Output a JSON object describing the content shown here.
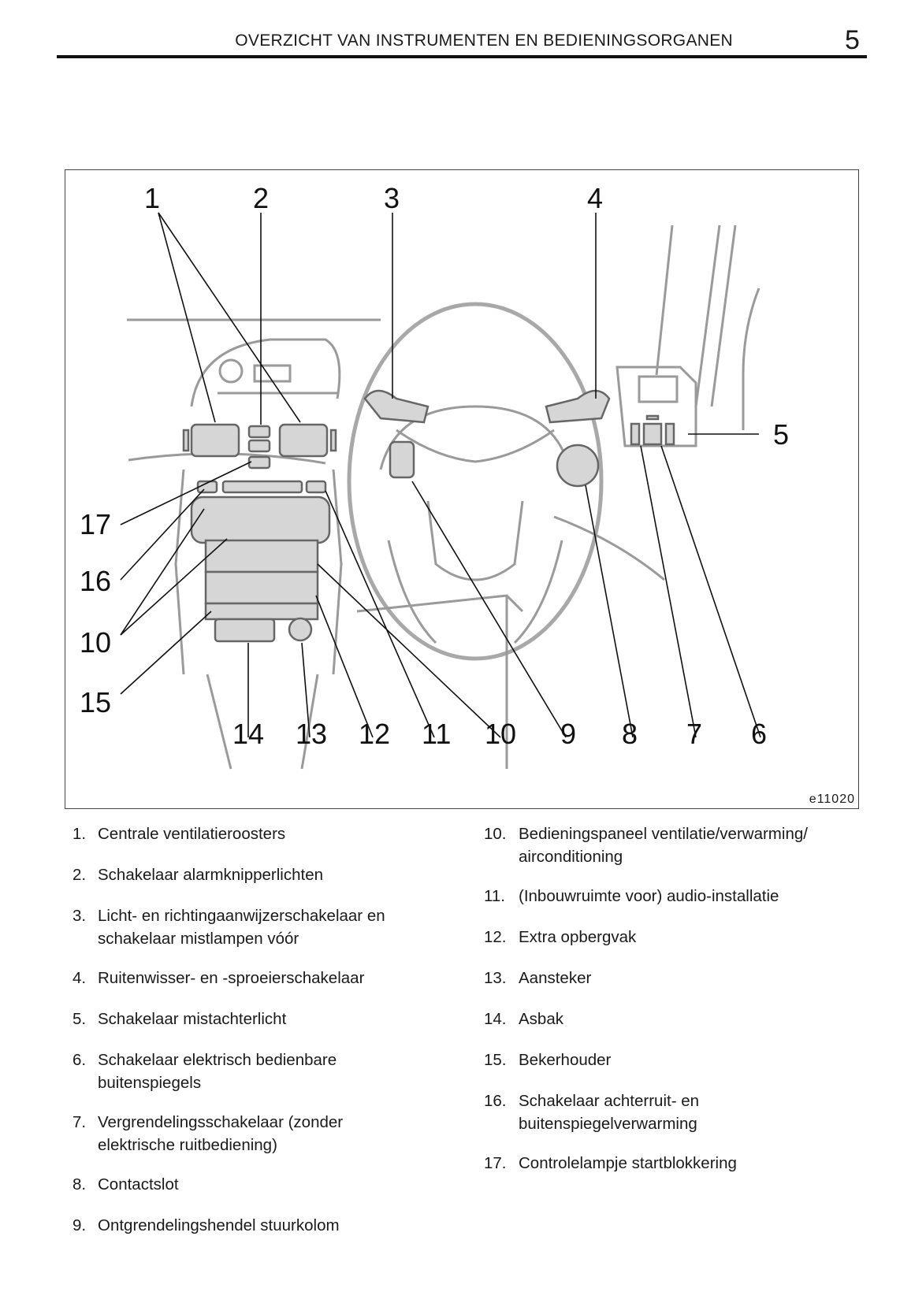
{
  "header": {
    "title": "OVERZICHT VAN INSTRUMENTEN EN BEDIENINGSORGANEN",
    "page_number": "5"
  },
  "figure": {
    "code": "e11020",
    "callouts": [
      "1",
      "2",
      "3",
      "4",
      "5",
      "6",
      "7",
      "8",
      "9",
      "10",
      "11",
      "12",
      "13",
      "14",
      "15",
      "16",
      "17"
    ],
    "left_callouts": [
      "17",
      "16",
      "10",
      "15"
    ],
    "bottom_callouts": [
      "14",
      "13",
      "12",
      "11",
      "10",
      "9",
      "8",
      "7",
      "6"
    ]
  },
  "legend_left": [
    {
      "num": "1.",
      "text": "Centrale ventilatieroosters"
    },
    {
      "num": "2.",
      "text": "Schakelaar alarmknipperlichten"
    },
    {
      "num": "3.",
      "text": "Licht- en richtingaanwijzerschakelaar en schakelaar mistlampen vóór"
    },
    {
      "num": "4.",
      "text": "Ruitenwisser- en -sproeierschakelaar"
    },
    {
      "num": "5.",
      "text": "Schakelaar mistachterlicht"
    },
    {
      "num": "6.",
      "text": "Schakelaar elektrisch bedienbare buitenspiegels"
    },
    {
      "num": "7.",
      "text": "Vergrendelingsschakelaar (zonder elektrische ruitbediening)"
    },
    {
      "num": "8.",
      "text": "Contactslot"
    },
    {
      "num": "9.",
      "text": "Ontgrendelingshendel stuurkolom"
    }
  ],
  "legend_right": [
    {
      "num": "10.",
      "text": "Bedieningspaneel ventilatie/verwarming/ airconditioning"
    },
    {
      "num": "11.",
      "text": "(Inbouwruimte voor) audio-installatie"
    },
    {
      "num": "12.",
      "text": "Extra opbergvak"
    },
    {
      "num": "13.",
      "text": "Aansteker"
    },
    {
      "num": "14.",
      "text": "Asbak"
    },
    {
      "num": "15.",
      "text": "Bekerhouder"
    },
    {
      "num": "16.",
      "text": "Schakelaar achterruit- en buitenspiegelverwarming"
    },
    {
      "num": "17.",
      "text": "Controlelampje startblokkering"
    }
  ]
}
